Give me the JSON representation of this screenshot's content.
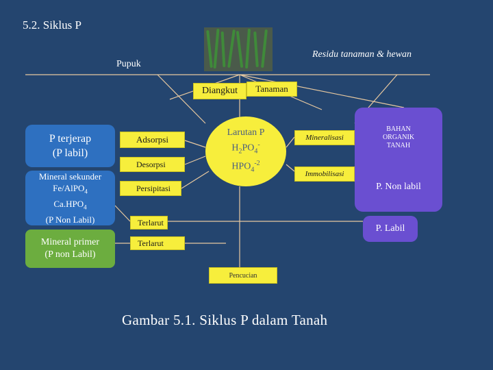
{
  "title": "5.2. Siklus P",
  "top_labels": {
    "pupuk": "Pupuk",
    "residu": "Residu tanaman & hewan",
    "diangkut": "Diangkut",
    "tanaman": "Tanaman"
  },
  "left_boxes": {
    "p_terjerap_line1": "P  terjerap",
    "p_terjerap_line2": "(P labil)",
    "mineral_sekunder_line1": "Mineral sekunder",
    "mineral_sekunder_line2": "Fe/AlPO",
    "mineral_sekunder_sub2": "4",
    "mineral_sekunder_line3": "Ca.HPO",
    "mineral_sekunder_sub3": "4",
    "mineral_sekunder_line4": "(P Non Labil)",
    "mineral_primer_line1": "Mineral primer",
    "mineral_primer_line2": "(P non Labil)"
  },
  "process_labels": {
    "adsorpsi": "Adsorpsi",
    "desorpsi": "Desorpsi",
    "persipitasi": "Persipitasi",
    "terlarut1": "Terlarut",
    "terlarut2": "Terlarut",
    "mineralisasi": "Mineralisasi",
    "immobilisasi": "Immobilisasi",
    "pencucian": "Pencucian"
  },
  "larutan": {
    "line1": "Larutan P",
    "h2po4_main": "H",
    "h2po4_sub1": "2",
    "h2po4_mid": "PO",
    "h2po4_sub2": "4",
    "h2po4_sup": "-",
    "hpo4_main": "HPO",
    "hpo4_sub": "4",
    "hpo4_sup": "-2"
  },
  "right": {
    "bahan_organik": "BAHAN ORGANIK TANAH",
    "p_non_labil": "P. Non labil",
    "p_labil": "P. Labil"
  },
  "caption": "Gambar  5.1. Siklus  P dalam Tanah"
}
